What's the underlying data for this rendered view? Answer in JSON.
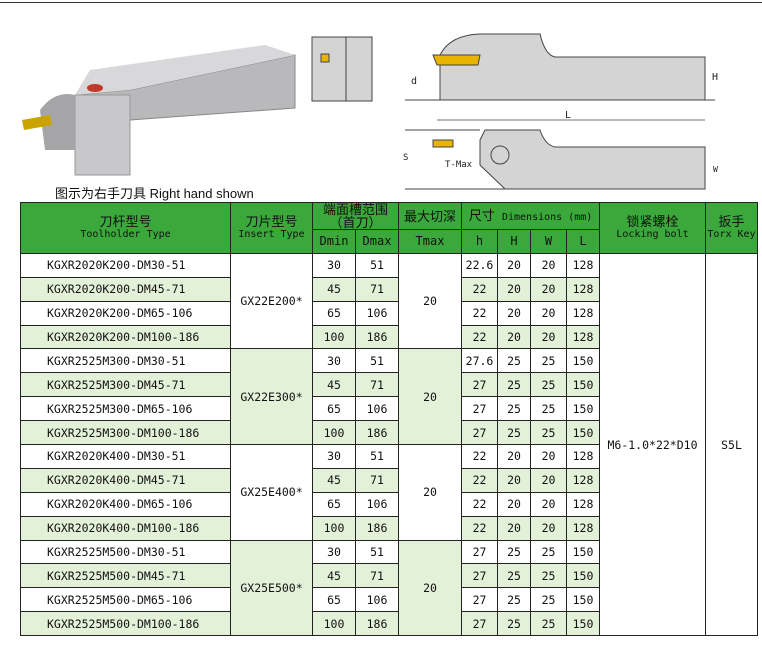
{
  "caption": "图示为右手刀具  Right hand shown",
  "diagram_labels": {
    "d": "d",
    "H": "H",
    "L": "L",
    "S": "S",
    "W": "W",
    "tmax": "T-Max"
  },
  "header": {
    "toolholder_cn": "刀杆型号",
    "toolholder_en": "Toolholder Type",
    "insert_cn": "刀片型号",
    "insert_en": "Insert Type",
    "range_cn": "端面槽范围（首刀）",
    "dmin": "Dmin",
    "dmax": "Dmax",
    "depth_cn": "最大切深",
    "tmax": "Tmax",
    "dims_cn": "尺寸",
    "dims_en": "Dimensions (mm)",
    "h": "h",
    "H": "H",
    "W": "W",
    "L": "L",
    "bolt_cn": "锁紧螺栓",
    "bolt_en": "Locking bolt",
    "key_cn": "扳手",
    "key_en": "Torx Key"
  },
  "locking_bolt": "M6-1.0*22*D10",
  "torx_key": "S5L",
  "groups": [
    {
      "insert": "GX22E200*",
      "tmax": "20",
      "rows": [
        [
          "KGXR2020K200-DM30-51",
          "30",
          "51",
          "22.6",
          "20",
          "20",
          "128"
        ],
        [
          "KGXR2020K200-DM45-71",
          "45",
          "71",
          "22",
          "20",
          "20",
          "128"
        ],
        [
          "KGXR2020K200-DM65-106",
          "65",
          "106",
          "22",
          "20",
          "20",
          "128"
        ],
        [
          "KGXR2020K200-DM100-186",
          "100",
          "186",
          "22",
          "20",
          "20",
          "128"
        ]
      ]
    },
    {
      "insert": "GX22E300*",
      "tmax": "20",
      "rows": [
        [
          "KGXR2525M300-DM30-51",
          "30",
          "51",
          "27.6",
          "25",
          "25",
          "150"
        ],
        [
          "KGXR2525M300-DM45-71",
          "45",
          "71",
          "27",
          "25",
          "25",
          "150"
        ],
        [
          "KGXR2525M300-DM65-106",
          "65",
          "106",
          "27",
          "25",
          "25",
          "150"
        ],
        [
          "KGXR2525M300-DM100-186",
          "100",
          "186",
          "27",
          "25",
          "25",
          "150"
        ]
      ]
    },
    {
      "insert": "GX25E400*",
      "tmax": "20",
      "rows": [
        [
          "KGXR2020K400-DM30-51",
          "30",
          "51",
          "22",
          "20",
          "20",
          "128"
        ],
        [
          "KGXR2020K400-DM45-71",
          "45",
          "71",
          "22",
          "20",
          "20",
          "128"
        ],
        [
          "KGXR2020K400-DM65-106",
          "65",
          "106",
          "22",
          "20",
          "20",
          "128"
        ],
        [
          "KGXR2020K400-DM100-186",
          "100",
          "186",
          "22",
          "20",
          "20",
          "128"
        ]
      ]
    },
    {
      "insert": "GX25E500*",
      "tmax": "20",
      "rows": [
        [
          "KGXR2525M500-DM30-51",
          "30",
          "51",
          "27",
          "25",
          "25",
          "150"
        ],
        [
          "KGXR2525M500-DM45-71",
          "45",
          "71",
          "27",
          "25",
          "25",
          "150"
        ],
        [
          "KGXR2525M500-DM65-106",
          "65",
          "106",
          "27",
          "25",
          "25",
          "150"
        ],
        [
          "KGXR2525M500-DM100-186",
          "100",
          "186",
          "27",
          "25",
          "25",
          "150"
        ]
      ]
    }
  ]
}
